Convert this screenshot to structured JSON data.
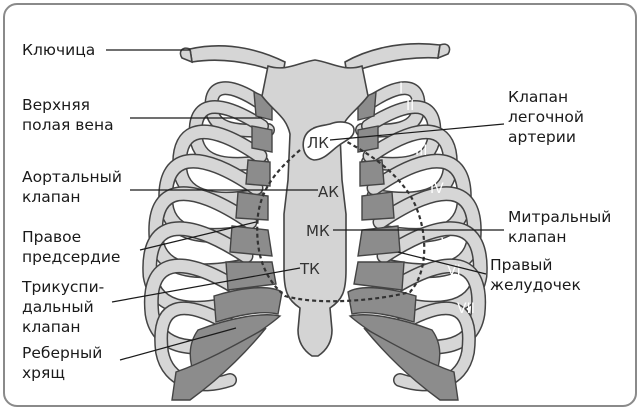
{
  "colors": {
    "rib_light": "#d6d6d6",
    "cartilage": "#8c8c8c",
    "outline": "#444444",
    "sternum": "#d4d4d4",
    "heart_dash": "#333333"
  },
  "labels_left": [
    {
      "lines": [
        "Ключица"
      ]
    },
    {
      "lines": [
        "Верхняя",
        "полая вена"
      ]
    },
    {
      "lines": [
        "Аортальный",
        "клапан"
      ]
    },
    {
      "lines": [
        "Правое",
        "предсердие"
      ]
    },
    {
      "lines": [
        "Трикуспи-",
        "дальный",
        "клапан"
      ]
    },
    {
      "lines": [
        "Реберный",
        "хрящ"
      ]
    }
  ],
  "labels_right": [
    {
      "lines": [
        "Клапан",
        "легочной",
        "артерии"
      ]
    },
    {
      "lines": [
        "Митральный",
        "клапан"
      ]
    },
    {
      "lines": [
        "Правый",
        "желудочек"
      ]
    }
  ],
  "valves": {
    "lk": "ЛК",
    "ak": "АК",
    "mk": "МК",
    "tk": "ТК"
  },
  "rib_numerals": [
    "I",
    "II",
    "III",
    "IV",
    "V",
    "VI",
    "VII"
  ]
}
